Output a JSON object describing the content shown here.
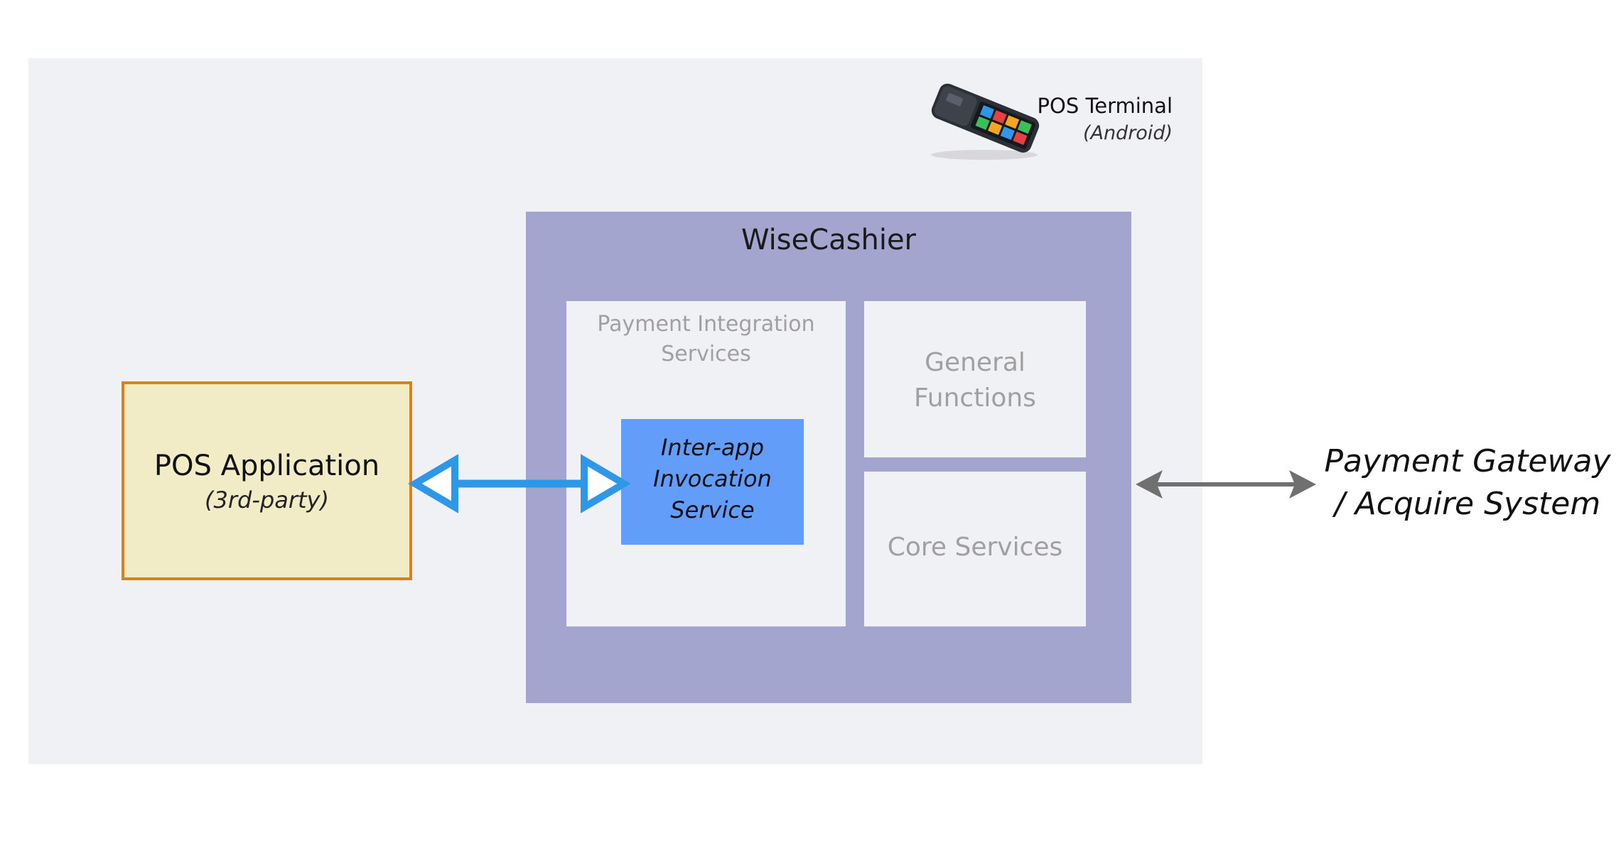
{
  "terminal": {
    "name": "POS Terminal",
    "os": "(Android)",
    "device_icon": "pos-terminal-device-icon"
  },
  "wisecashier": {
    "title": "WiseCashier",
    "payment_integration": {
      "title": "Payment Integration\nServices",
      "inter_app": "Inter-app\nInvocation\nService"
    },
    "general_functions": "General\nFunctions",
    "core_services": "Core Services"
  },
  "pos_app": {
    "title": "POS Application",
    "subtitle": "(3rd-party)"
  },
  "gateway": {
    "label": "Payment Gateway\n/ Acquire System"
  },
  "colors": {
    "terminal_bg": "#f0f1f5",
    "wisecashier_bg": "#a3a5cf",
    "inter_app_bg": "#619df9",
    "pos_fill": "#f1ebc6",
    "pos_border": "#d9821c",
    "blue_arrow": "#2f97e8",
    "grey_arrow": "#707070"
  }
}
